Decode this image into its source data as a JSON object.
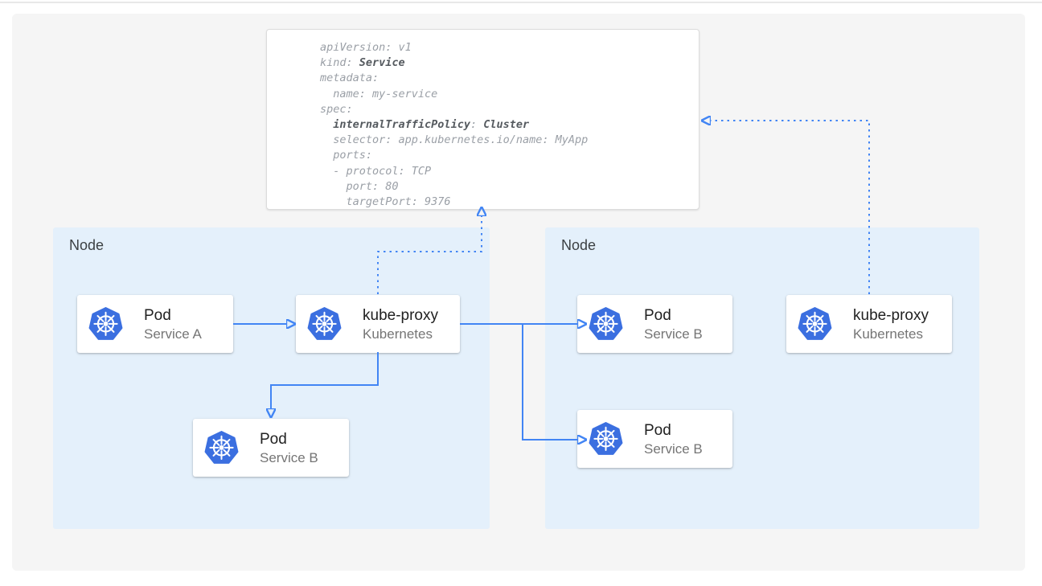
{
  "colors": {
    "canvas_bg": "#f5f5f5",
    "node_bg": "#e4f0fb",
    "card_bg": "#ffffff",
    "arrow_blue": "#4285f4",
    "kubernetes_blue": "#3b6fe0",
    "code_regular": "#9a9fa6",
    "code_bold": "#555a5f",
    "card_title": "#212121",
    "card_subtitle": "#757575",
    "node_label": "#3c4043"
  },
  "yaml": {
    "lines": [
      {
        "segments": [
          {
            "t": "apiVersion: v1"
          }
        ]
      },
      {
        "segments": [
          {
            "t": "kind: "
          },
          {
            "t": "Service",
            "b": true
          }
        ]
      },
      {
        "segments": [
          {
            "t": "metadata:"
          }
        ]
      },
      {
        "segments": [
          {
            "t": "  name: my-service"
          }
        ]
      },
      {
        "segments": [
          {
            "t": "spec:"
          }
        ]
      },
      {
        "segments": [
          {
            "t": "  "
          },
          {
            "t": "internalTrafficPolicy",
            "b": true
          },
          {
            "t": ": "
          },
          {
            "t": "Cluster",
            "b": true
          }
        ]
      },
      {
        "segments": [
          {
            "t": "  selector: app.kubernetes.io/name: MyApp"
          }
        ]
      },
      {
        "segments": [
          {
            "t": "  ports:"
          }
        ]
      },
      {
        "segments": [
          {
            "t": "  - protocol: TCP"
          }
        ]
      },
      {
        "segments": [
          {
            "t": "    port: 80"
          }
        ]
      },
      {
        "segments": [
          {
            "t": "    targetPort: 9376"
          }
        ]
      }
    ]
  },
  "nodes": {
    "left": {
      "label": "Node"
    },
    "right": {
      "label": "Node"
    }
  },
  "cards": {
    "pod_a": {
      "title": "Pod",
      "subtitle": "Service A",
      "icon": "kubernetes-helm-icon"
    },
    "kube_proxy_left": {
      "title": "kube-proxy",
      "subtitle": "Kubernetes",
      "icon": "kubernetes-helm-icon"
    },
    "pod_b_left": {
      "title": "Pod",
      "subtitle": "Service B",
      "icon": "kubernetes-helm-icon"
    },
    "pod_b_right_top": {
      "title": "Pod",
      "subtitle": "Service B",
      "icon": "kubernetes-helm-icon"
    },
    "pod_b_right_bottom": {
      "title": "Pod",
      "subtitle": "Service B",
      "icon": "kubernetes-helm-icon"
    },
    "kube_proxy_right": {
      "title": "kube-proxy",
      "subtitle": "Kubernetes",
      "icon": "kubernetes-helm-icon"
    }
  }
}
